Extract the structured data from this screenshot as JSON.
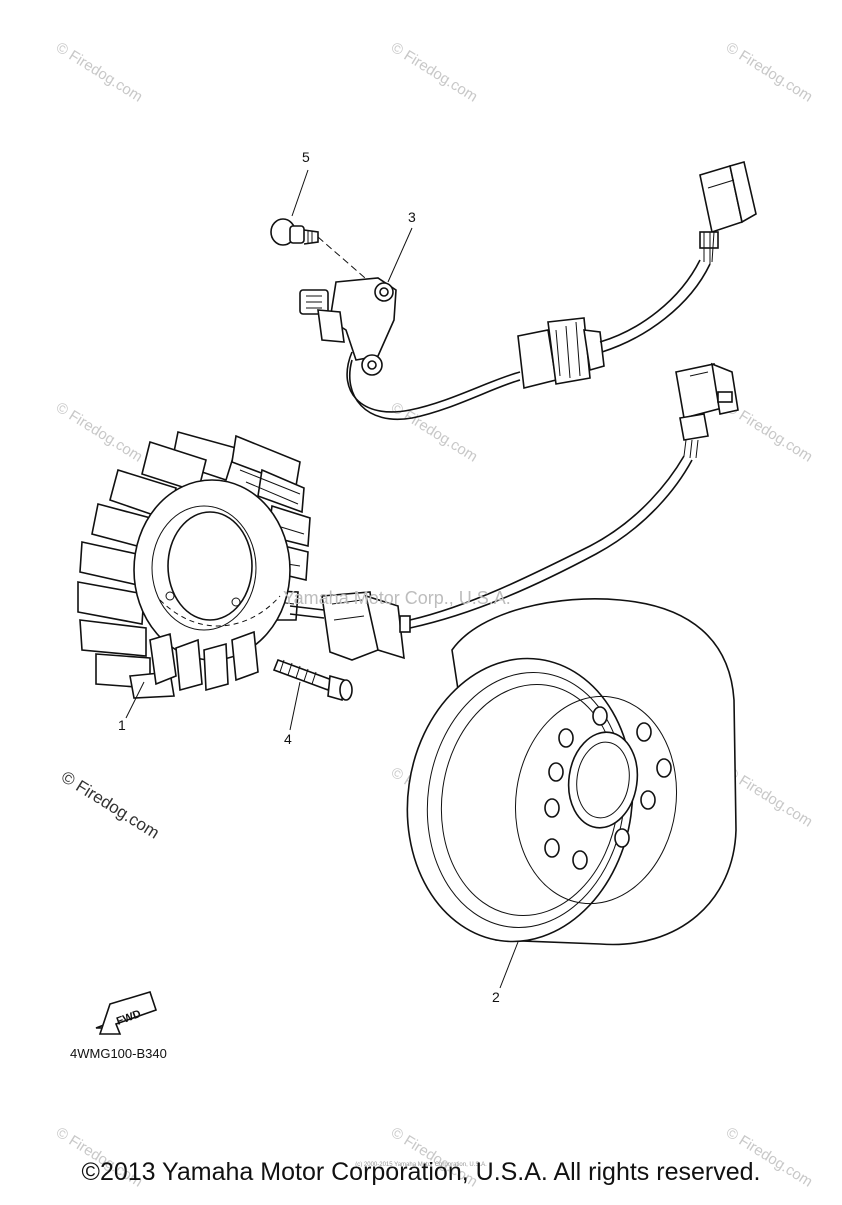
{
  "diagram": {
    "watermark_text": "© Firedog.com",
    "center_watermark": "Yamaha Motor Corp., U.S.A.",
    "side_credit": "© Firedog.com",
    "diagram_code": "4WMG100-B340",
    "fwd_label": "FWD",
    "callouts": {
      "c1": "1",
      "c2": "2",
      "c3": "3",
      "c4": "4",
      "c5": "5"
    }
  },
  "footer": {
    "copyright": "©2013 Yamaha Motor Corporation, U.S.A. All rights reserved.",
    "tiny_credit": "(c) 2000-2015 Yamaha Motor Corporation, U.S.A."
  }
}
